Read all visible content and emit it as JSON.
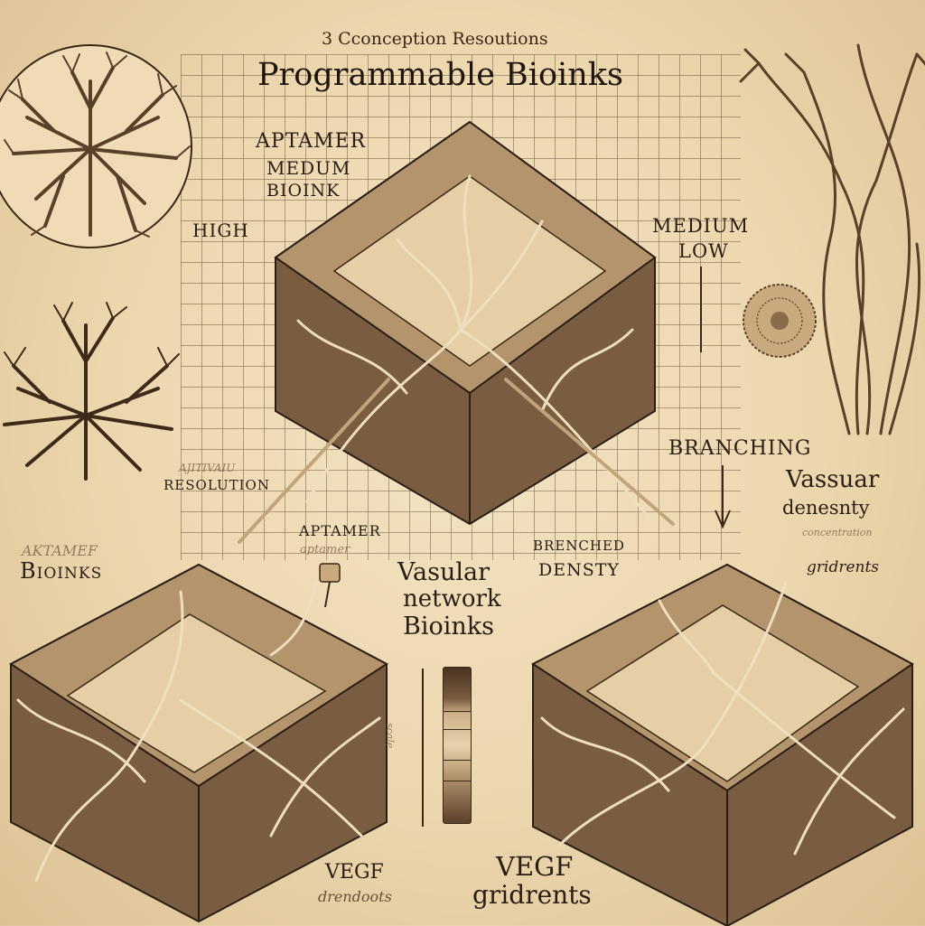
{
  "header": {
    "subtitle": "3 Cconception Resoutions",
    "title": "Programmable Bioinks"
  },
  "top_cube": {
    "label_lines": [
      "APTAMER",
      "MEDUM",
      "BIOINK"
    ],
    "left_level": "HIGH",
    "right_levels": [
      "MEDIUM",
      "LOW"
    ]
  },
  "left_cube": {
    "faint_top": "AJITIVAIU",
    "resolution": "RESOLUTION",
    "faint_title": "AKTAMEF",
    "title": "Bioinks",
    "aptamer": "APTAMER",
    "aptamer_faint": "aptamer",
    "bottom_title": "VEGF",
    "bottom_sub": "drendoots"
  },
  "center": {
    "lines": [
      "Vasular",
      "network",
      "Bioinks"
    ],
    "scale_label": "scale",
    "bottom_title": "VEGF",
    "bottom_sub": "gridrents"
  },
  "right_cube": {
    "branching": "BRANCHING",
    "vascular": "Vassuar",
    "density": "denesnty",
    "faint": "concentration",
    "gradients": "gridrents",
    "branched": "BRENCHED",
    "branched_density": "DENSTY"
  },
  "illustrations": [
    {
      "name": "vascular-tree-circle",
      "position": "top-left"
    },
    {
      "name": "branching-tree",
      "position": "mid-left"
    },
    {
      "name": "vascular-trunks",
      "position": "top-right"
    },
    {
      "name": "spherical-cell-cluster",
      "position": "right"
    },
    {
      "name": "hydrogel-cube-top",
      "position": "center-top"
    },
    {
      "name": "hydrogel-cube-left",
      "position": "bottom-left"
    },
    {
      "name": "hydrogel-cube-right",
      "position": "bottom-right"
    }
  ],
  "colors": {
    "parchment": "#ecd6ad",
    "ink": "#2a1d12",
    "sepia_dark": "#5a4029",
    "sepia_mid": "#8a6b4a",
    "vessel": "#e8d5b0"
  }
}
